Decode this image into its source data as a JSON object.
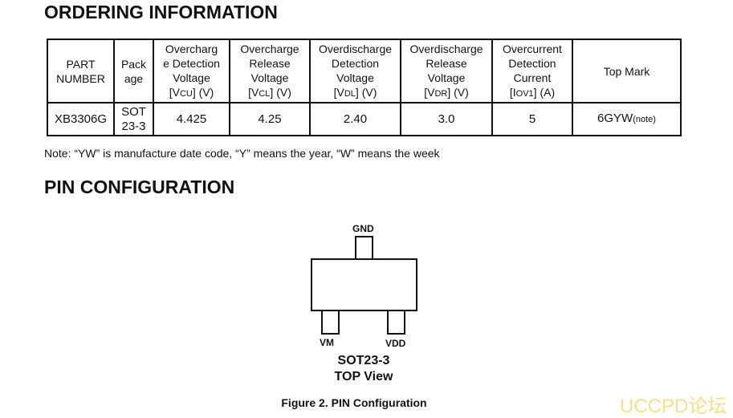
{
  "ordering": {
    "title": "ORDERING INFORMATION",
    "headers": [
      {
        "l1": "PART",
        "l2": "NUMBER"
      },
      {
        "l1": "Pack",
        "l2": "age"
      },
      {
        "l1": "Overcharg",
        "l2": "e Detection",
        "l3": "Voltage",
        "sym": "V",
        "sub": "CU",
        "unit": "(V)"
      },
      {
        "l1": "Overcharge",
        "l2": "Release",
        "l3": "Voltage",
        "sym": "V",
        "sub": "CL",
        "unit": "(V)"
      },
      {
        "l1": "Overdischarge",
        "l2": "Detection",
        "l3": "Voltage",
        "sym": "V",
        "sub": "DL",
        "unit": "(V)"
      },
      {
        "l1": "Overdischarge",
        "l2": "Release",
        "l3": "Voltage",
        "sym": "V",
        "sub": "DR",
        "unit": "(V)"
      },
      {
        "l1": "Overcurrent",
        "l2": "Detection",
        "l3": "Current",
        "sym": "I",
        "sub": "OV1",
        "unit": "(A)"
      },
      {
        "l1": "Top Mark"
      }
    ],
    "row": {
      "part": "XB3306G",
      "pkg1": "SOT",
      "pkg2": "23-3",
      "vcu": "4.425",
      "vcl": "4.25",
      "vdl": "2.40",
      "vdr": "3.0",
      "iov": "5",
      "mark": "6GYW",
      "mark_note": "(note)"
    },
    "note": "Note: “YW” is manufacture date code, “Y” means the year, “W” means the week"
  },
  "pin": {
    "title": "PIN CONFIGURATION",
    "gnd": "GND",
    "vm": "VM",
    "vdd": "VDD",
    "pkg": "SOT23-3",
    "view": "TOP View",
    "caption": "Figure 2.  PIN Configuration"
  },
  "watermark": "UCCPD论坛"
}
